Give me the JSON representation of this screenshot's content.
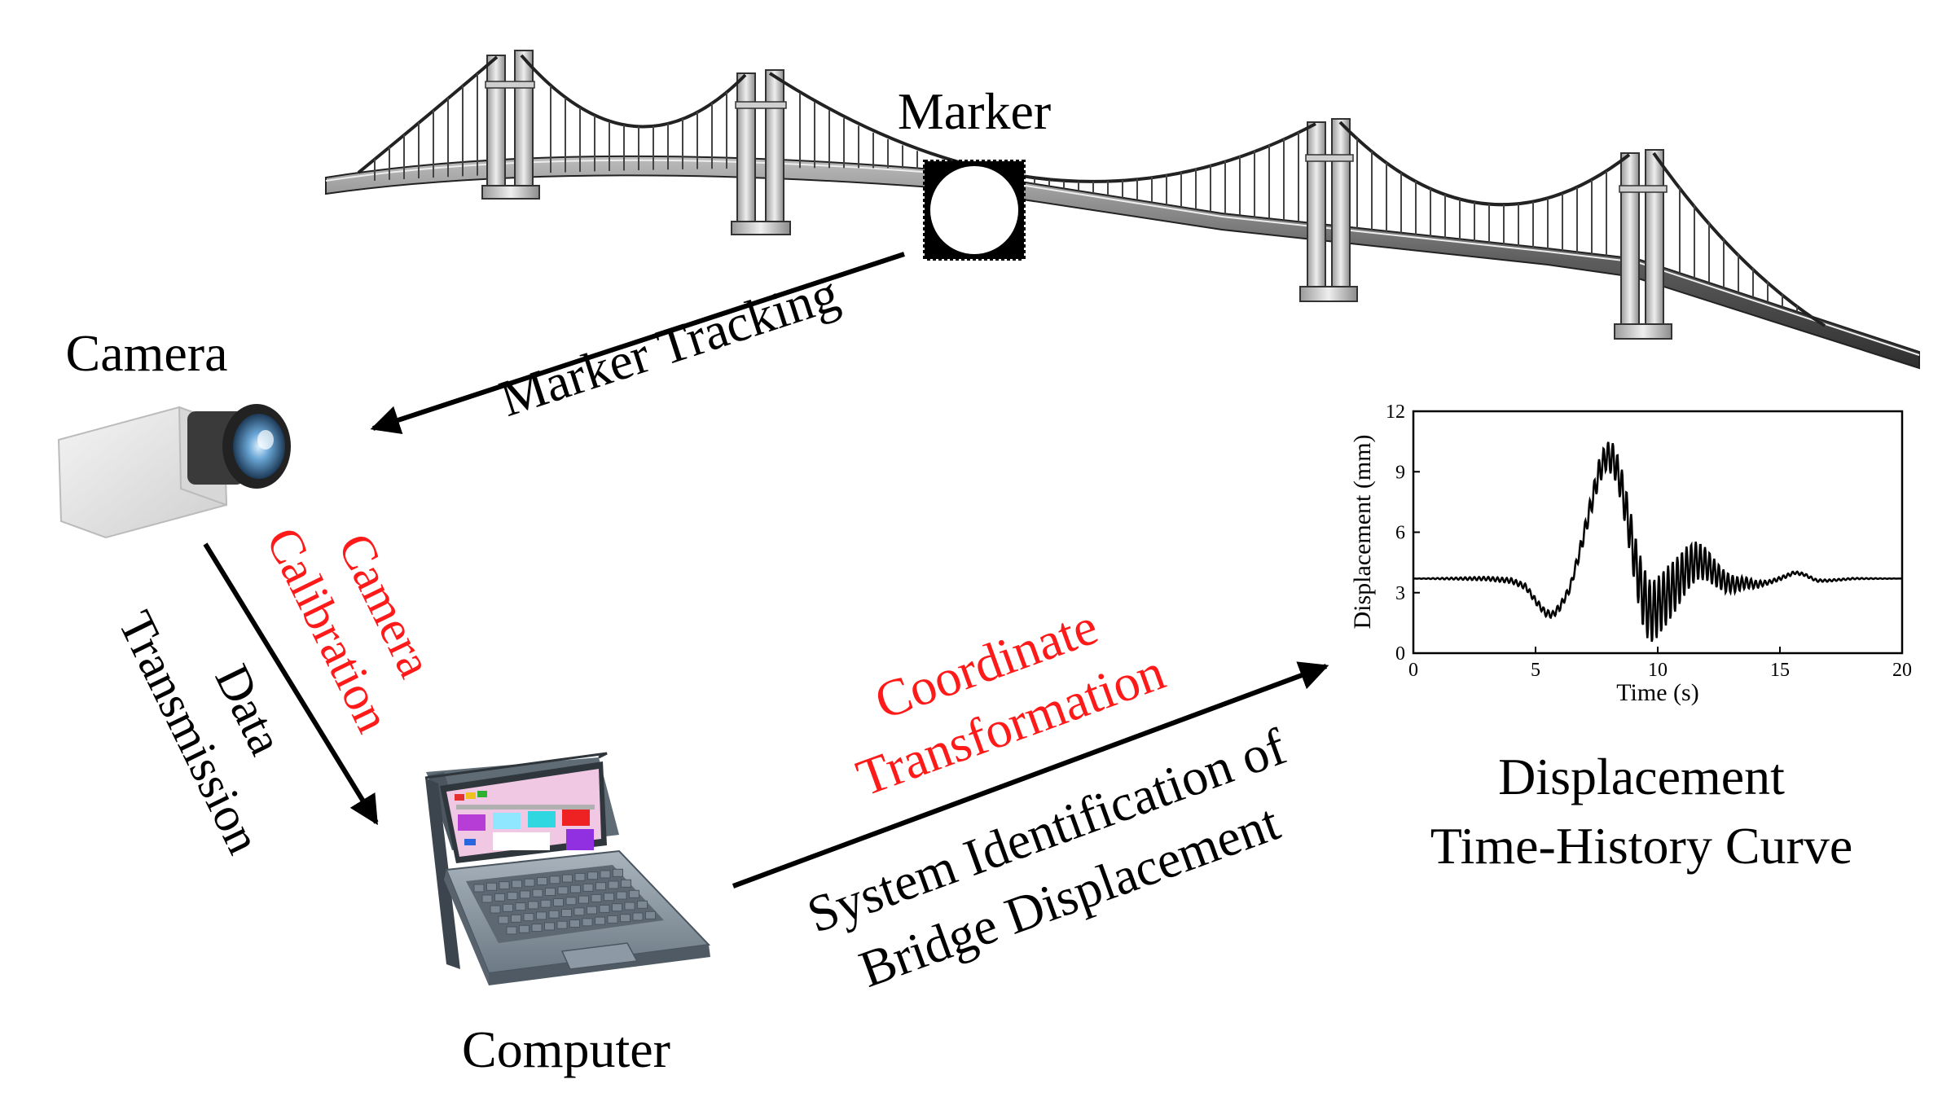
{
  "labels": {
    "marker": "Marker",
    "camera": "Camera",
    "computer": "Computer",
    "marker_tracking": "Marker Tracking",
    "camera_calibration_1": "Camera",
    "camera_calibration_2": "Calibration",
    "data_transmission_1": "Data",
    "data_transmission_2": "Transmission",
    "coord_transform_1": "Coordinate",
    "coord_transform_2": "Transformation",
    "system_id_1": "System Identification of",
    "system_id_2": "Bridge Displacement",
    "curve_caption_1": "Displacement",
    "curve_caption_2": "Time-History Curve"
  },
  "colors": {
    "text": "#000000",
    "highlight": "#ff1a1a",
    "bridge": "#6f6f6f",
    "screen_frame": "#7d8a95"
  },
  "icons": [
    "suspension-bridge-icon",
    "marker-target-icon",
    "camera-icon",
    "laptop-icon"
  ],
  "chart_data": {
    "type": "line",
    "xlabel": "Time (s)",
    "ylabel": "Displacement (mm)",
    "xlim": [
      0,
      20
    ],
    "ylim": [
      0,
      12
    ],
    "xticks": [
      0,
      5,
      10,
      15,
      20
    ],
    "yticks": [
      0,
      3,
      6,
      9,
      12
    ],
    "grid": false,
    "series": [
      {
        "values_xy": [
          [
            0,
            3.7
          ],
          [
            1,
            3.7
          ],
          [
            2,
            3.7
          ],
          [
            3,
            3.7
          ],
          [
            4,
            3.6
          ],
          [
            4.6,
            3.3
          ],
          [
            5,
            2.6
          ],
          [
            5.4,
            2.0
          ],
          [
            5.7,
            1.9
          ],
          [
            6.0,
            2.3
          ],
          [
            6.4,
            3.2
          ],
          [
            6.8,
            5.0
          ],
          [
            7.2,
            7.0
          ],
          [
            7.6,
            9.0
          ],
          [
            7.9,
            9.8
          ],
          [
            8.2,
            9.6
          ],
          [
            8.5,
            8.4
          ],
          [
            8.8,
            6.5
          ],
          [
            9.1,
            4.4
          ],
          [
            9.4,
            2.8
          ],
          [
            9.7,
            2.0
          ],
          [
            10.0,
            2.3
          ],
          [
            10.4,
            2.9
          ],
          [
            10.8,
            3.5
          ],
          [
            11.2,
            4.2
          ],
          [
            11.6,
            4.6
          ],
          [
            12.0,
            4.4
          ],
          [
            12.4,
            3.9
          ],
          [
            12.8,
            3.5
          ],
          [
            13.2,
            3.4
          ],
          [
            13.6,
            3.5
          ],
          [
            14.0,
            3.4
          ],
          [
            14.5,
            3.5
          ],
          [
            15.0,
            3.7
          ],
          [
            15.6,
            4.0
          ],
          [
            16.0,
            3.9
          ],
          [
            16.5,
            3.6
          ],
          [
            17,
            3.6
          ],
          [
            18,
            3.7
          ],
          [
            19,
            3.7
          ],
          [
            20,
            3.7
          ]
        ],
        "oscillation_amplitude": [
          [
            0,
            0
          ],
          [
            6.5,
            0.2
          ],
          [
            7.5,
            0.6
          ],
          [
            8.5,
            0.9
          ],
          [
            9.5,
            1.6
          ],
          [
            10.5,
            1.4
          ],
          [
            11.5,
            1.0
          ],
          [
            12.5,
            0.6
          ],
          [
            13.5,
            0.3
          ],
          [
            14.5,
            0.1
          ],
          [
            20,
            0
          ]
        ]
      }
    ]
  }
}
